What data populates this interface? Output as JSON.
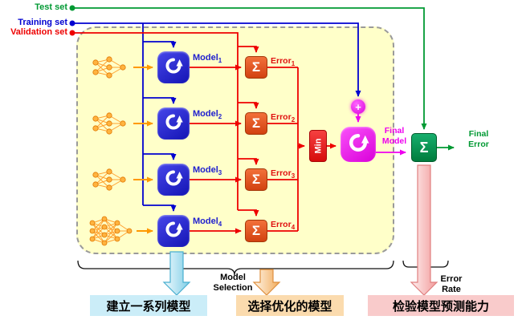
{
  "legend": {
    "test": {
      "label": "Test set",
      "color": "#009933"
    },
    "training": {
      "label": "Training set",
      "color": "#0000D0"
    },
    "validation": {
      "label": "Validation set",
      "color": "#EE0000"
    }
  },
  "rows": [
    {
      "model": "Model",
      "error": "Error",
      "sub": "1"
    },
    {
      "model": "Model",
      "error": "Error",
      "sub": "2"
    },
    {
      "model": "Model",
      "error": "Error",
      "sub": "3"
    },
    {
      "model": "Model",
      "error": "Error",
      "sub": "4"
    }
  ],
  "symbols": {
    "sigma": "Σ",
    "plus": "+"
  },
  "min_label": "Min",
  "final_model": {
    "line1": "Final",
    "line2": "Model"
  },
  "final_error": {
    "line1": "Final",
    "line2": "Error"
  },
  "braces": {
    "model_selection": {
      "line1": "Model",
      "line2": "Selection"
    },
    "error_rate": {
      "line1": "Error",
      "line2": "Rate"
    }
  },
  "captions": [
    {
      "text": "建立一系列模型",
      "bg": "#CBEDF8"
    },
    {
      "text": "选择优化的模型",
      "bg": "#FBDBAE"
    },
    {
      "text": "检验模型预测能力",
      "bg": "#F9CBCB"
    }
  ],
  "icons": {
    "model_box": "circular-arrow-icon",
    "error_box": "sigma-sum-icon",
    "combine_node": "plus-icon",
    "network": "neural-network-icon"
  },
  "colors": {
    "test_green": "#009933",
    "training_blue": "#0000D0",
    "validation_red": "#EE0000",
    "model_blue": "#2020CE",
    "error_orange": "#E2501A",
    "min_red": "#EE1111",
    "final_magenta": "#EE00EE",
    "final_error_green": "#008F4E",
    "region_yellow": "#FFFFC9",
    "network_orange": "#FF9900"
  }
}
